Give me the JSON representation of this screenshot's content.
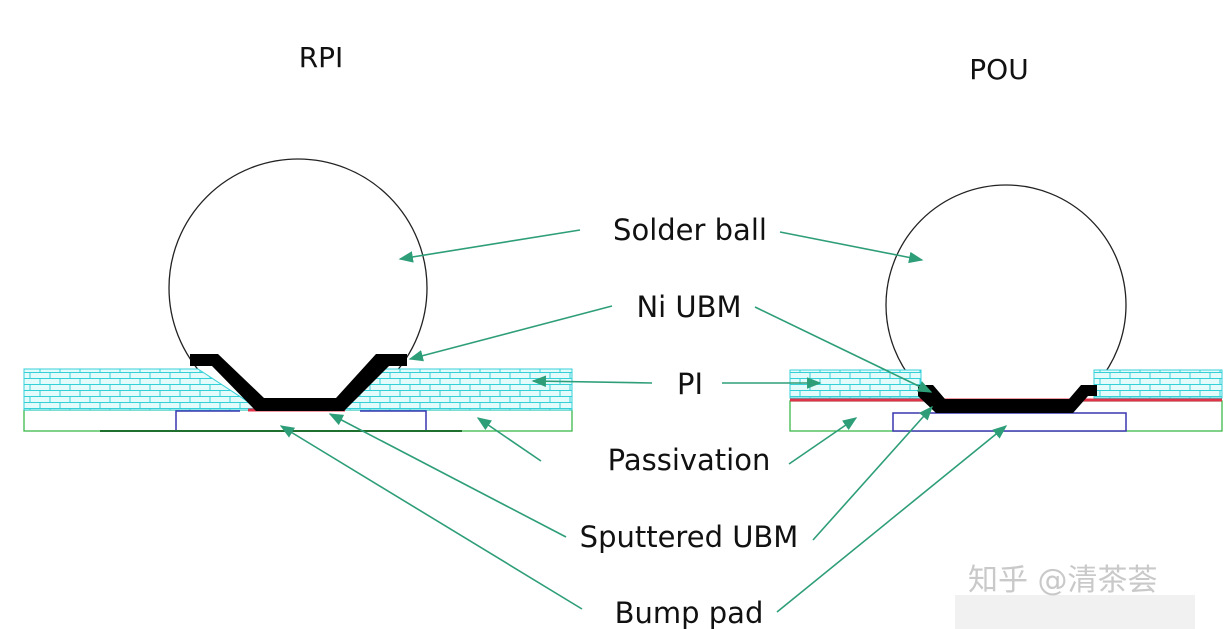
{
  "titles": {
    "left": "RPI",
    "right": "POU"
  },
  "labels": {
    "solder_ball": "Solder ball",
    "ni_ubm": "Ni UBM",
    "pi": "PI",
    "passivation": "Passivation",
    "sputtered_ubm": "Sputtered UBM",
    "bump_pad": "Bump pad"
  },
  "watermark": "知乎 @清茶荟",
  "colors": {
    "arrow": "#2e9e78",
    "pi_fill": "#e3fbfb",
    "pi_brick": "#34d0d8",
    "passivation": "#3cb84a",
    "sputtered_ubm": "#e0334a",
    "bump_pad": "#3a36b0",
    "ni_ubm": "#000000"
  }
}
